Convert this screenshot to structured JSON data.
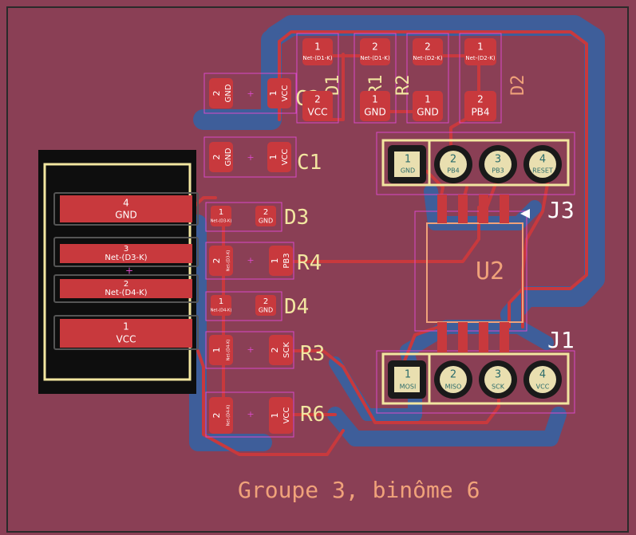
{
  "colors": {
    "board": "#8a3f55",
    "copper_front": "#c8393d",
    "copper_back": "#3e5e9a",
    "silkscreen": "#f2e6a0",
    "fab": "#f0a27a",
    "courtyard": "#d84ac8",
    "outline": "#f2e6a0"
  },
  "board_text": "Groupe 3, binôme 6",
  "battery": {
    "pads": [
      {
        "num": "4",
        "net": "GND"
      },
      {
        "num": "3",
        "net": "Net-(D3-K)"
      },
      {
        "num": "2",
        "net": "Net-(D4-K)"
      },
      {
        "num": "1",
        "net": "VCC"
      }
    ]
  },
  "caps": [
    {
      "ref": "C2",
      "pad2": "GND",
      "pad1": "VCC"
    },
    {
      "ref": "C1",
      "pad2": "GND",
      "pad1": "VCC"
    }
  ],
  "top_row": [
    {
      "num": "1",
      "net": "Net-(D1-K)"
    },
    {
      "num": "2",
      "net": "Net-(D1-K)"
    },
    {
      "num": "2",
      "net": "Net-(D2-K)"
    },
    {
      "num": "1",
      "net": "Net-(D2-K)"
    }
  ],
  "second_row": [
    {
      "num": "2",
      "net": "VCC"
    },
    {
      "num": "1",
      "net": "GND"
    },
    {
      "num": "1",
      "net": "GND"
    },
    {
      "num": "2",
      "net": "PB4"
    }
  ],
  "top_refs": [
    "D1",
    "R1",
    "R2",
    "D2"
  ],
  "left_column": [
    {
      "ref": "D3",
      "pad1_num": "1",
      "pad1_net": "Net-(D3-K)",
      "pad2_num": "2",
      "pad2_net": "GND"
    },
    {
      "ref": "R4",
      "pad1_num": "2",
      "pad1_net": "Net-(D3-K)",
      "pad2_num": "1",
      "pad2_net": "PB3"
    },
    {
      "ref": "D4",
      "pad1_num": "1",
      "pad1_net": "Net-(D4-K)",
      "pad2_num": "2",
      "pad2_net": "GND"
    },
    {
      "ref": "R3",
      "pad1_num": "1",
      "pad1_net": "Net-(D4-K)",
      "pad2_num": "2",
      "pad2_net": "SCK"
    },
    {
      "ref": "R6",
      "pad1_num": "2",
      "pad1_net": "Net-(D4-K)",
      "pad2_num": "1",
      "pad2_net": "VCC"
    }
  ],
  "j3": {
    "ref": "J3",
    "pins": [
      {
        "num": "1",
        "net": "GND"
      },
      {
        "num": "2",
        "net": "PB4"
      },
      {
        "num": "3",
        "net": "PB3"
      },
      {
        "num": "4",
        "net": "RESET"
      }
    ]
  },
  "j1": {
    "ref": "J1",
    "pins": [
      {
        "num": "1",
        "net": "MOSI"
      },
      {
        "num": "2",
        "net": "MISO"
      },
      {
        "num": "3",
        "net": "SCK"
      },
      {
        "num": "4",
        "net": "VCC"
      }
    ]
  },
  "u2": {
    "ref": "U2"
  }
}
